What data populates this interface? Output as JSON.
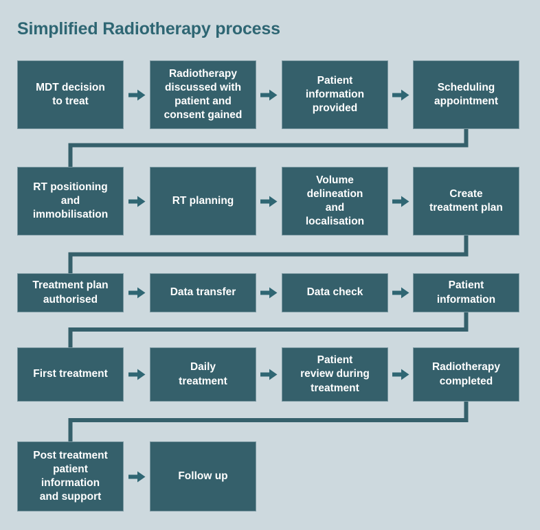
{
  "title": "Simplified Radiotherapy process",
  "colors": {
    "background": "#cdd9de",
    "box_fill": "#35606b",
    "box_text": "#ffffff",
    "title_text": "#2e6673",
    "connector": "#35606b",
    "arrow": "#2f6673"
  },
  "flow": {
    "rows": [
      {
        "boxes": [
          "MDT decision\nto treat",
          "Radiotherapy\ndiscussed with\npatient and\nconsent gained",
          "Patient\ninformation\nprovided",
          "Scheduling\nappointment"
        ]
      },
      {
        "boxes": [
          "RT positioning\nand\nimmobilisation",
          "RT planning",
          "Volume\ndelineation\nand\nlocalisation",
          "Create\ntreatment plan"
        ]
      },
      {
        "boxes": [
          "Treatment plan\nauthorised",
          "Data transfer",
          "Data check",
          "Patient\ninformation"
        ]
      },
      {
        "boxes": [
          "First treatment",
          "Daily\ntreatment",
          "Patient\nreview during\ntreatment",
          "Radiotherapy\ncompleted"
        ]
      },
      {
        "boxes": [
          "Post treatment\npatient\ninformation\nand support",
          "Follow up"
        ]
      }
    ]
  }
}
